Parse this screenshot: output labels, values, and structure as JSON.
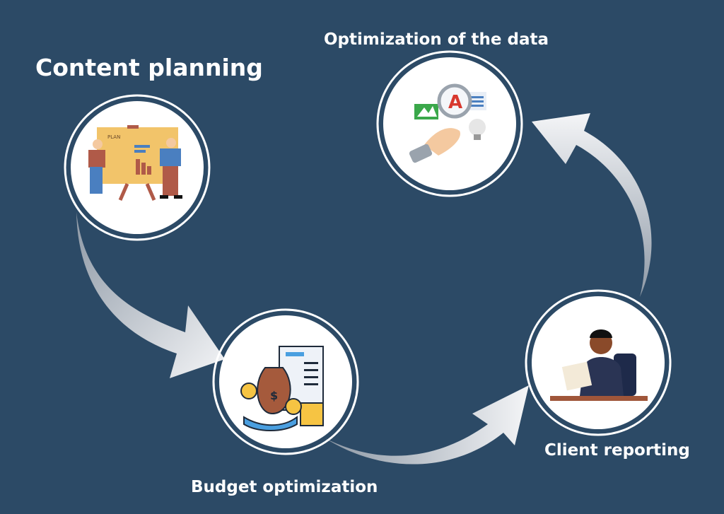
{
  "title_content_planning": "Content planning",
  "title_optimization": "Optimization of the data",
  "title_budget": "Budget optimization",
  "title_client": "Client reporting",
  "illustration_text": {
    "plan": "PLAN",
    "dollar": "$",
    "letter": "A"
  },
  "colors": {
    "background": "#2c4a66",
    "circle": "#ffffff",
    "arrow_light": "#f4f5f7",
    "arrow_dark": "#8e99a6"
  }
}
